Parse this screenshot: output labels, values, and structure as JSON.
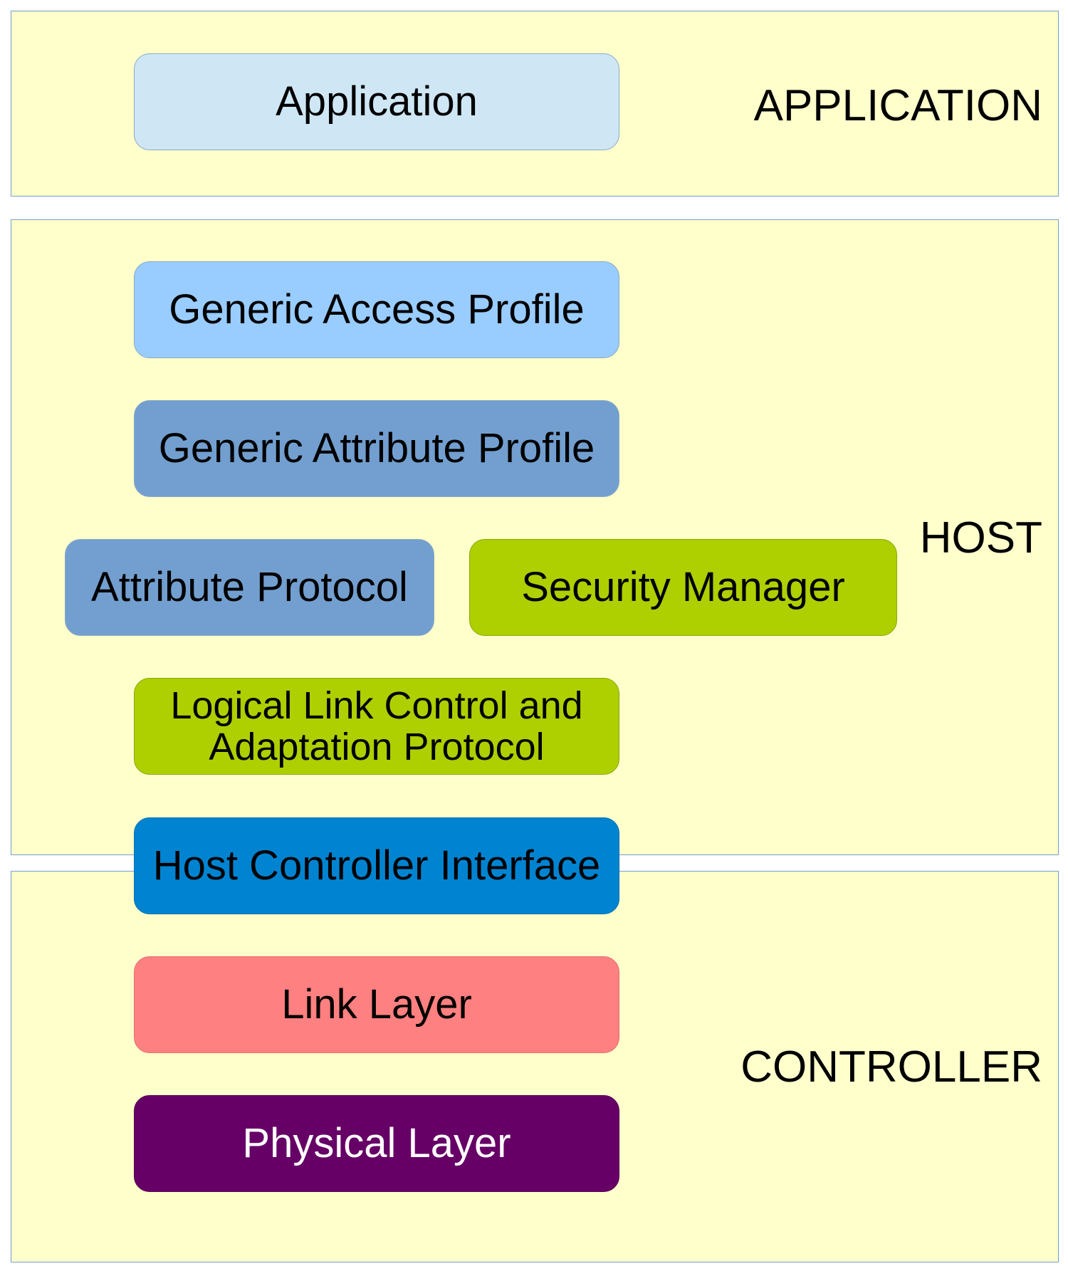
{
  "regions": {
    "application": {
      "label": "APPLICATION"
    },
    "host": {
      "label": "HOST"
    },
    "controller": {
      "label": "CONTROLLER"
    }
  },
  "blocks": {
    "application": {
      "label": "Application",
      "color": "#cfe7f5"
    },
    "gap": {
      "label": "Generic Access Profile",
      "color": "#99ccff"
    },
    "gatt": {
      "label": "Generic Attribute Profile",
      "color": "#729fcf"
    },
    "att": {
      "label": "Attribute Protocol",
      "color": "#729fcf"
    },
    "sm": {
      "label": "Security Manager",
      "color": "#aecf00"
    },
    "l2cap": {
      "label": "Logical Link Control and\nAdaptation Protocol",
      "color": "#aecf00"
    },
    "hci": {
      "label": "Host Controller Interface",
      "color": "#0084d1"
    },
    "ll": {
      "label": "Link Layer",
      "color": "#ff8080"
    },
    "phy": {
      "label": "Physical Layer",
      "color": "#660066"
    }
  }
}
